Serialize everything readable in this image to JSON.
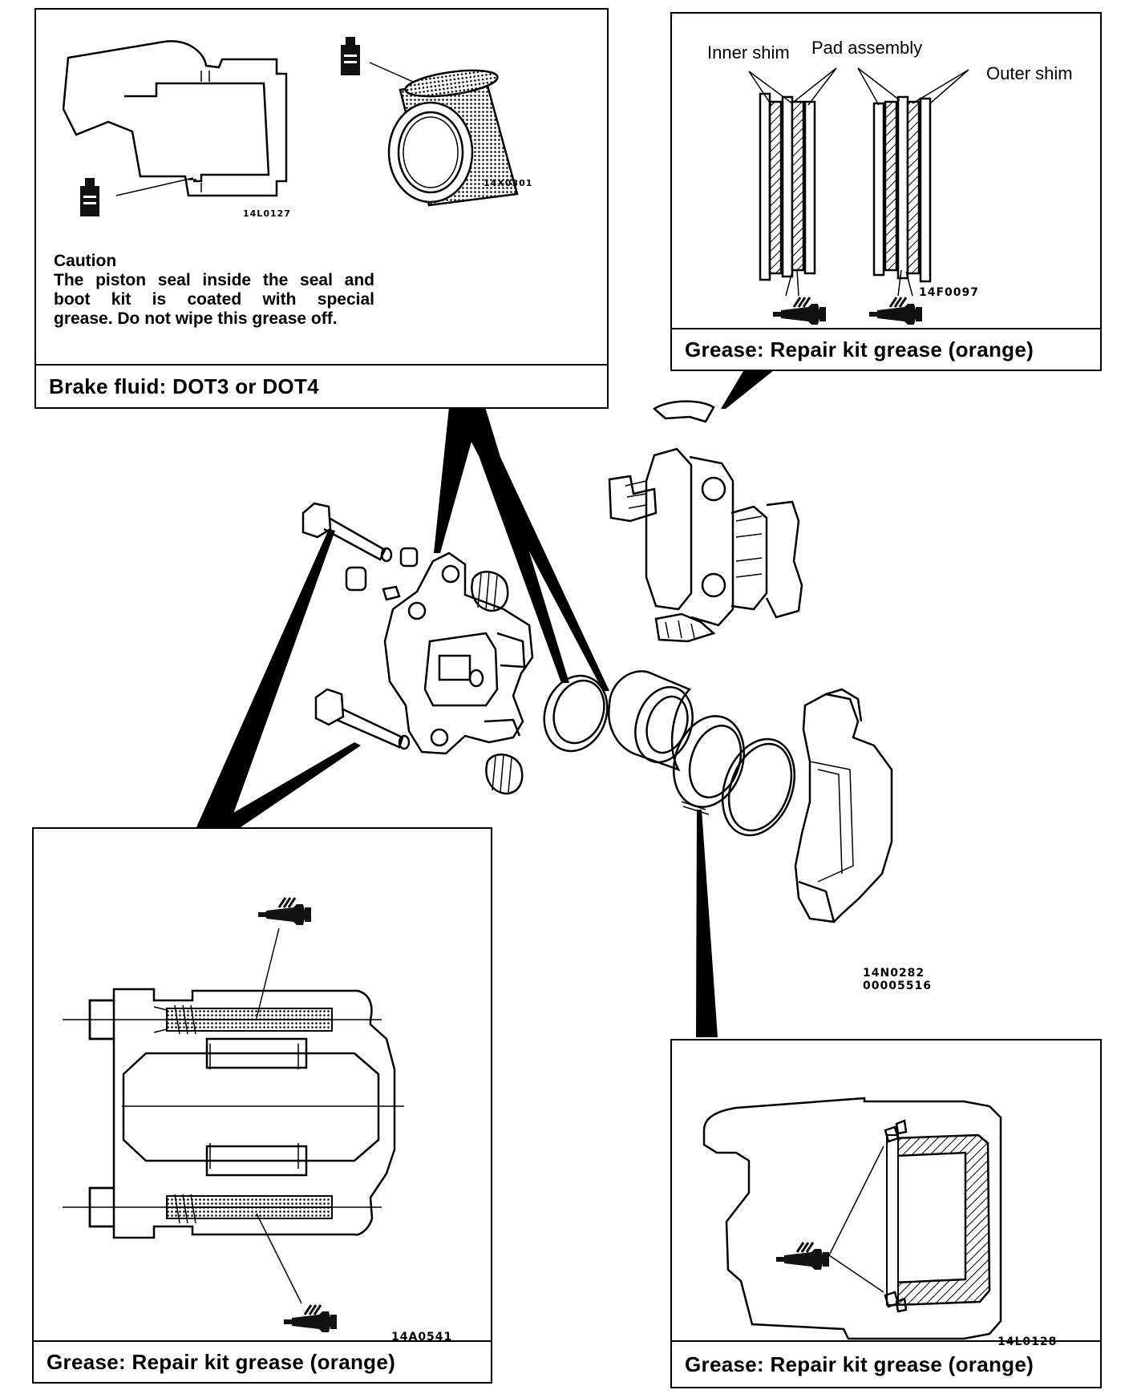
{
  "main_figure": {
    "code_1": "14N0282",
    "code_2": "00005516"
  },
  "panel_top_left": {
    "code_seal": "14L0127",
    "code_piston": "14X0301",
    "caution_title": "Caution",
    "caution_line1": "The piston seal inside the seal and",
    "caution_line2": "boot kit is coated with special",
    "caution_line3": "grease. Do not wipe this grease off.",
    "footer": "Brake fluid: DOT3 or DOT4"
  },
  "panel_top_right": {
    "label_inner_shim": "Inner shim",
    "label_pad_assembly": "Pad assembly",
    "label_outer_shim": "Outer shim",
    "code": "14F0097",
    "footer": "Grease: Repair kit grease (orange)"
  },
  "panel_bottom_left": {
    "code": "14A0541",
    "footer": "Grease: Repair kit grease (orange)"
  },
  "panel_bottom_right": {
    "code": "14L0128",
    "footer": "Grease: Repair kit grease (orange)"
  },
  "icons": [
    "brake-fluid-bottle-icon",
    "grease-tube-icon"
  ]
}
